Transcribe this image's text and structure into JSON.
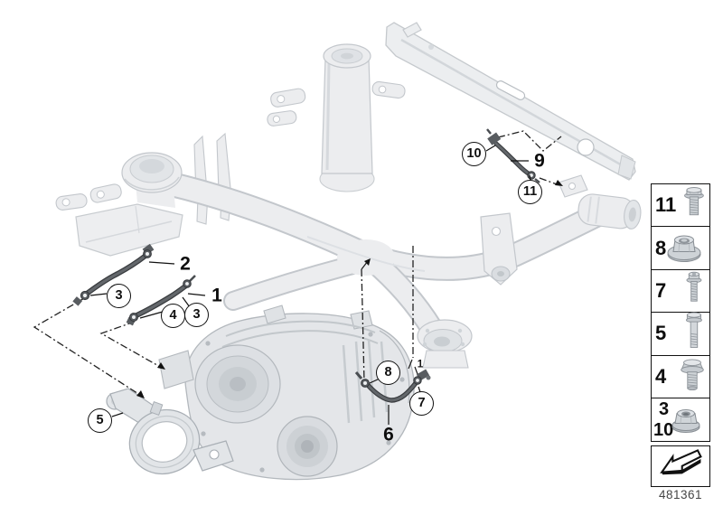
{
  "figure": {
    "part_number": "481361"
  },
  "callouts": [
    {
      "label": "10",
      "style": "circle"
    },
    {
      "label": "9",
      "style": "bold"
    },
    {
      "label": "11",
      "style": "circle"
    },
    {
      "label": "2",
      "style": "bold"
    },
    {
      "label": "3",
      "style": "circle"
    },
    {
      "label": "1",
      "style": "bold"
    },
    {
      "label": "4",
      "style": "circle"
    },
    {
      "label": "3",
      "style": "circle"
    },
    {
      "label": "8",
      "style": "circle"
    },
    {
      "label": "7",
      "style": "circle"
    },
    {
      "label": "6",
      "style": "bold"
    },
    {
      "label": "5",
      "style": "circle"
    },
    {
      "label": "1",
      "style": "ref"
    }
  ],
  "legend": {
    "items": [
      {
        "label": "11",
        "icon": "flange-bolt-icon"
      },
      {
        "label": "8",
        "icon": "flange-nut-large-icon"
      },
      {
        "label": "7",
        "icon": "small-flange-bolt-icon"
      },
      {
        "label": "5",
        "icon": "long-hex-bolt-icon"
      },
      {
        "label": "4",
        "icon": "hex-flange-bolt-icon"
      },
      {
        "label": "3",
        "label2": "10",
        "icon": "flange-nut-icon"
      }
    ],
    "nav_arrow_icon": "prev-diagram-arrow-icon"
  },
  "colors": {
    "background": "#ffffff",
    "frame_fill": "#ecedef",
    "frame_stroke": "#c3c7cc",
    "gearbox_fill": "#e4e6e9",
    "cable": "#54575b",
    "line": "#1a1a1a"
  }
}
